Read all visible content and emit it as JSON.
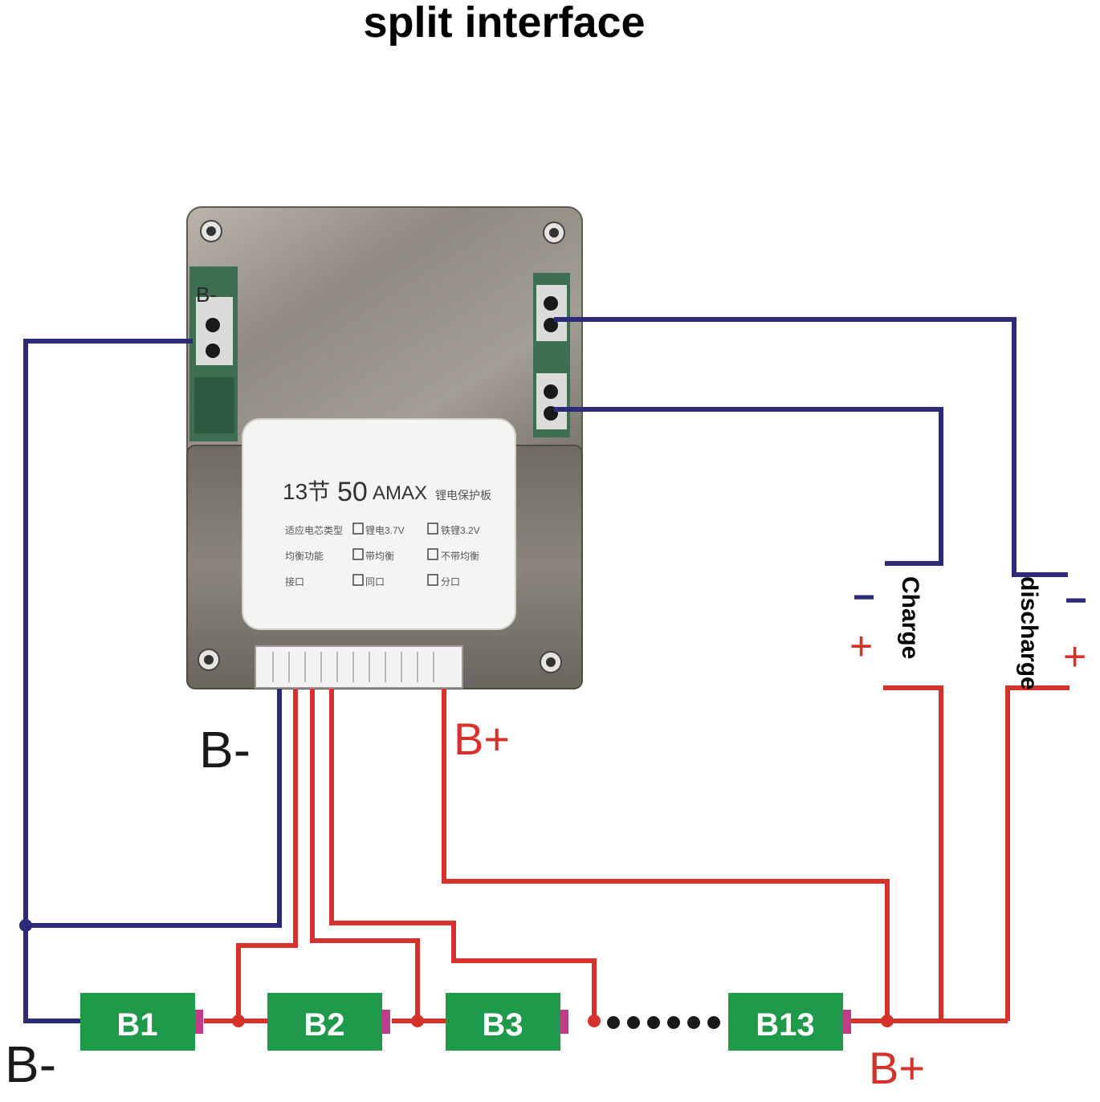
{
  "title": "split interface",
  "board": {
    "label_series": "13节",
    "label_current": "50",
    "label_amax": "AMAX",
    "label_name": "锂电保护板",
    "row1_label": "适应电芯类型",
    "row1_opt1": "锂电3.7V",
    "row1_opt2": "铁锂3.2V",
    "row2_label": "均衡功能",
    "row2_opt1": "带均衡",
    "row2_opt2": "不带均衡",
    "row3_label": "接口",
    "row3_opt1": "同口",
    "row3_opt2": "分口",
    "pad_label": "B-"
  },
  "labels": {
    "b_minus_connector": "B-",
    "b_plus_connector": "B+",
    "b_minus_bottom": "B-",
    "b_plus_bottom": "B+",
    "charge": "Charge",
    "discharge": "discharge",
    "charge_minus": "−",
    "charge_plus": "+",
    "discharge_minus": "−",
    "discharge_plus": "+"
  },
  "cells": [
    "B1",
    "B2",
    "B3",
    "B13"
  ],
  "colors": {
    "blue_wire": "#2e2a7a",
    "red_wire": "#d6322c",
    "cell_green": "#1f9a4a",
    "terminal_pink": "#c23a8c"
  }
}
